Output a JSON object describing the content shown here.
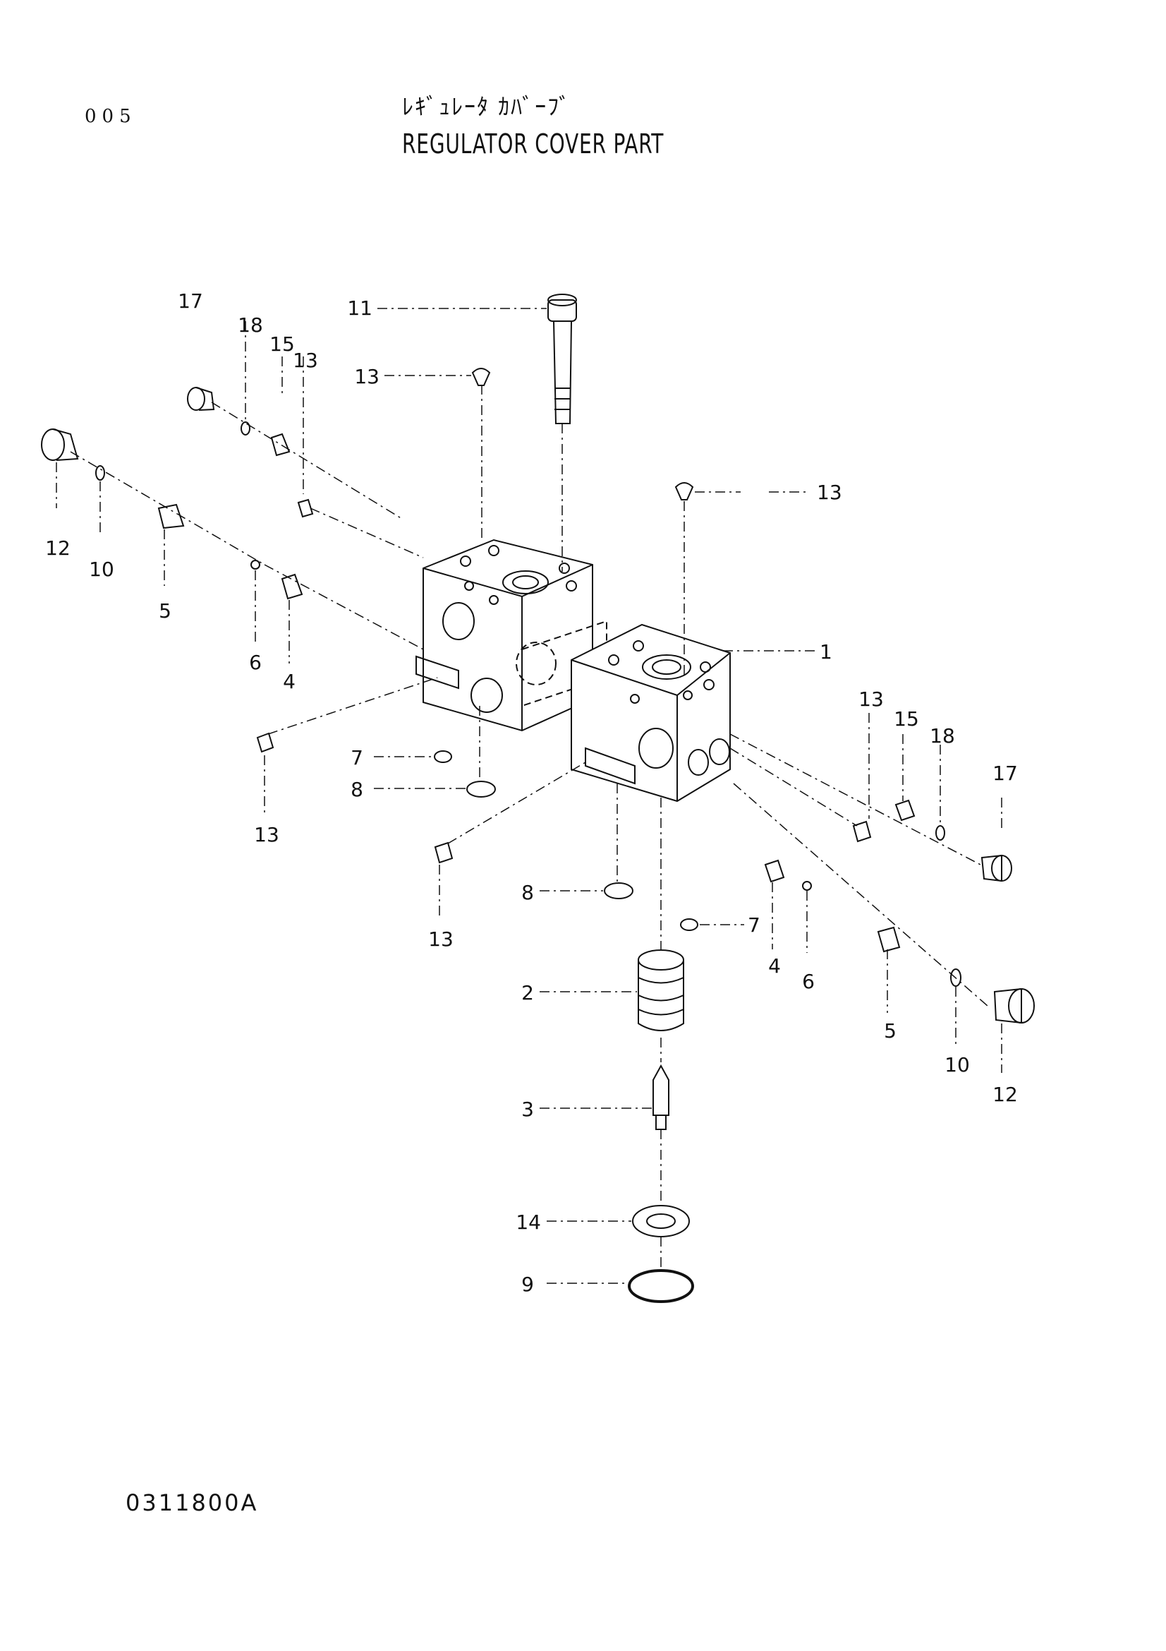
{
  "header": {
    "page_number": "005",
    "title_jp": "ﾚｷﾞｭﾚｰﾀ ｶﾊﾞｰﾌﾞ",
    "title_en": "REGULATOR COVER PART"
  },
  "footer": {
    "drawing_code": "0311800A"
  },
  "callouts": [
    {
      "id": "c17a",
      "label": "17"
    },
    {
      "id": "c18a",
      "label": "18"
    },
    {
      "id": "c15a",
      "label": "15"
    },
    {
      "id": "c13a",
      "label": "13"
    },
    {
      "id": "c11",
      "label": "11"
    },
    {
      "id": "c13b",
      "label": "13"
    },
    {
      "id": "c12a",
      "label": "12"
    },
    {
      "id": "c10a",
      "label": "10"
    },
    {
      "id": "c5a",
      "label": "5"
    },
    {
      "id": "c6a",
      "label": "6"
    },
    {
      "id": "c4a",
      "label": "4"
    },
    {
      "id": "c13c",
      "label": "13"
    },
    {
      "id": "c1",
      "label": "1"
    },
    {
      "id": "c7a",
      "label": "7"
    },
    {
      "id": "c8a",
      "label": "8"
    },
    {
      "id": "c13d",
      "label": "13"
    },
    {
      "id": "c13e",
      "label": "13"
    },
    {
      "id": "c13f",
      "label": "13"
    },
    {
      "id": "c15b",
      "label": "15"
    },
    {
      "id": "c18b",
      "label": "18"
    },
    {
      "id": "c17b",
      "label": "17"
    },
    {
      "id": "c8b",
      "label": "8"
    },
    {
      "id": "c7b",
      "label": "7"
    },
    {
      "id": "c13g",
      "label": "13"
    },
    {
      "id": "c4b",
      "label": "4"
    },
    {
      "id": "c6b",
      "label": "6"
    },
    {
      "id": "c2",
      "label": "2"
    },
    {
      "id": "c5b",
      "label": "5"
    },
    {
      "id": "c10b",
      "label": "10"
    },
    {
      "id": "c12b",
      "label": "12"
    },
    {
      "id": "c3",
      "label": "3"
    },
    {
      "id": "c14",
      "label": "14"
    },
    {
      "id": "c9",
      "label": "9"
    }
  ]
}
